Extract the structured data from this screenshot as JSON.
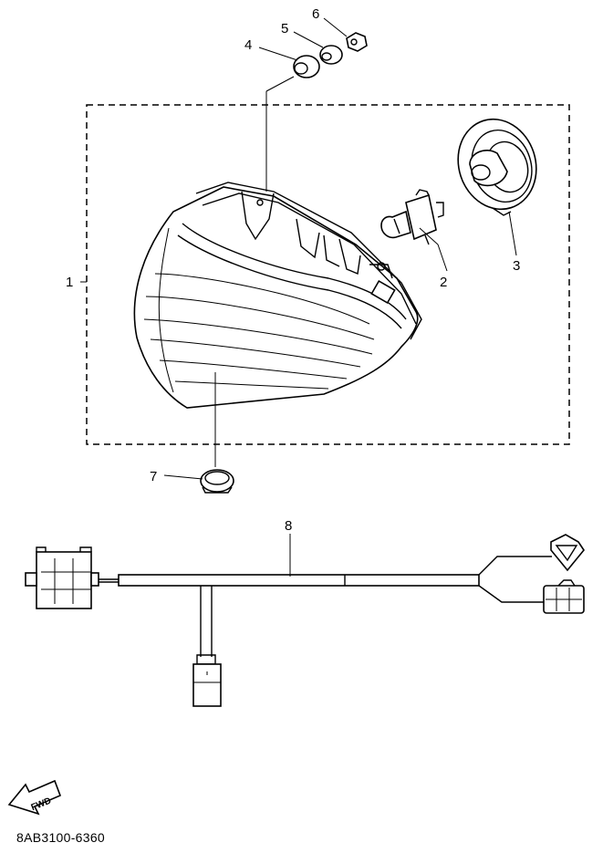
{
  "callouts": {
    "c1": "1",
    "c2": "2",
    "c3": "3",
    "c4": "4",
    "c5": "5",
    "c6": "6",
    "c7": "7",
    "c8": "8"
  },
  "fwd_label": "FWD",
  "diagram_code": "8AB3100-6360"
}
